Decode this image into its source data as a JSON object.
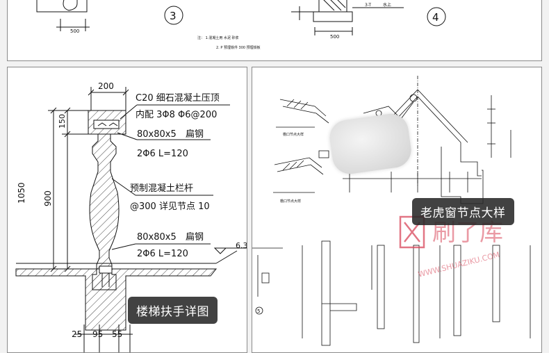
{
  "top": {
    "circle_3": "3",
    "circle_4": "4",
    "dim_left": "500",
    "dim_right": "500",
    "note_label": "3-T",
    "note_2": "水上",
    "notes_line1": "注：  1.混凝土用 水泥 砂浆",
    "notes_line2": "2.  P 预埋铁件        300      预埋铁板"
  },
  "stair": {
    "dim_200": "200",
    "dim_150": "150",
    "dim_1050": "1050",
    "dim_900": "900",
    "label_c20": "C20  细石混凝土压顶",
    "label_neipei": "内配  3Φ8  Φ6@200",
    "label_steel1": "80x80x5",
    "label_flat1": "扁钢",
    "label_rod1": "2Φ6  L=120",
    "label_baluster": "预制混凝土栏杆",
    "label_spacing": "@300  详见节点   10",
    "label_steel2": "80x80x5",
    "label_flat2": "扁钢",
    "label_rod2": "2Φ6  L=120",
    "level": "6.3",
    "dim_25": "25",
    "dim_95": "95",
    "dim_55": "55",
    "caption": "楼梯扶手详图"
  },
  "window": {
    "caption": "老虎窗节点大样",
    "small_label1": "檐口节点大样",
    "small_label2": "檐口节点大样",
    "circle_5": "5",
    "watermark_brand": "刷了库",
    "watermark_url": "WWW.SHUAZIKU.COM"
  },
  "colors": {
    "line": "#111111",
    "caption_bg": "#282828",
    "watermark": "#d9485b"
  }
}
